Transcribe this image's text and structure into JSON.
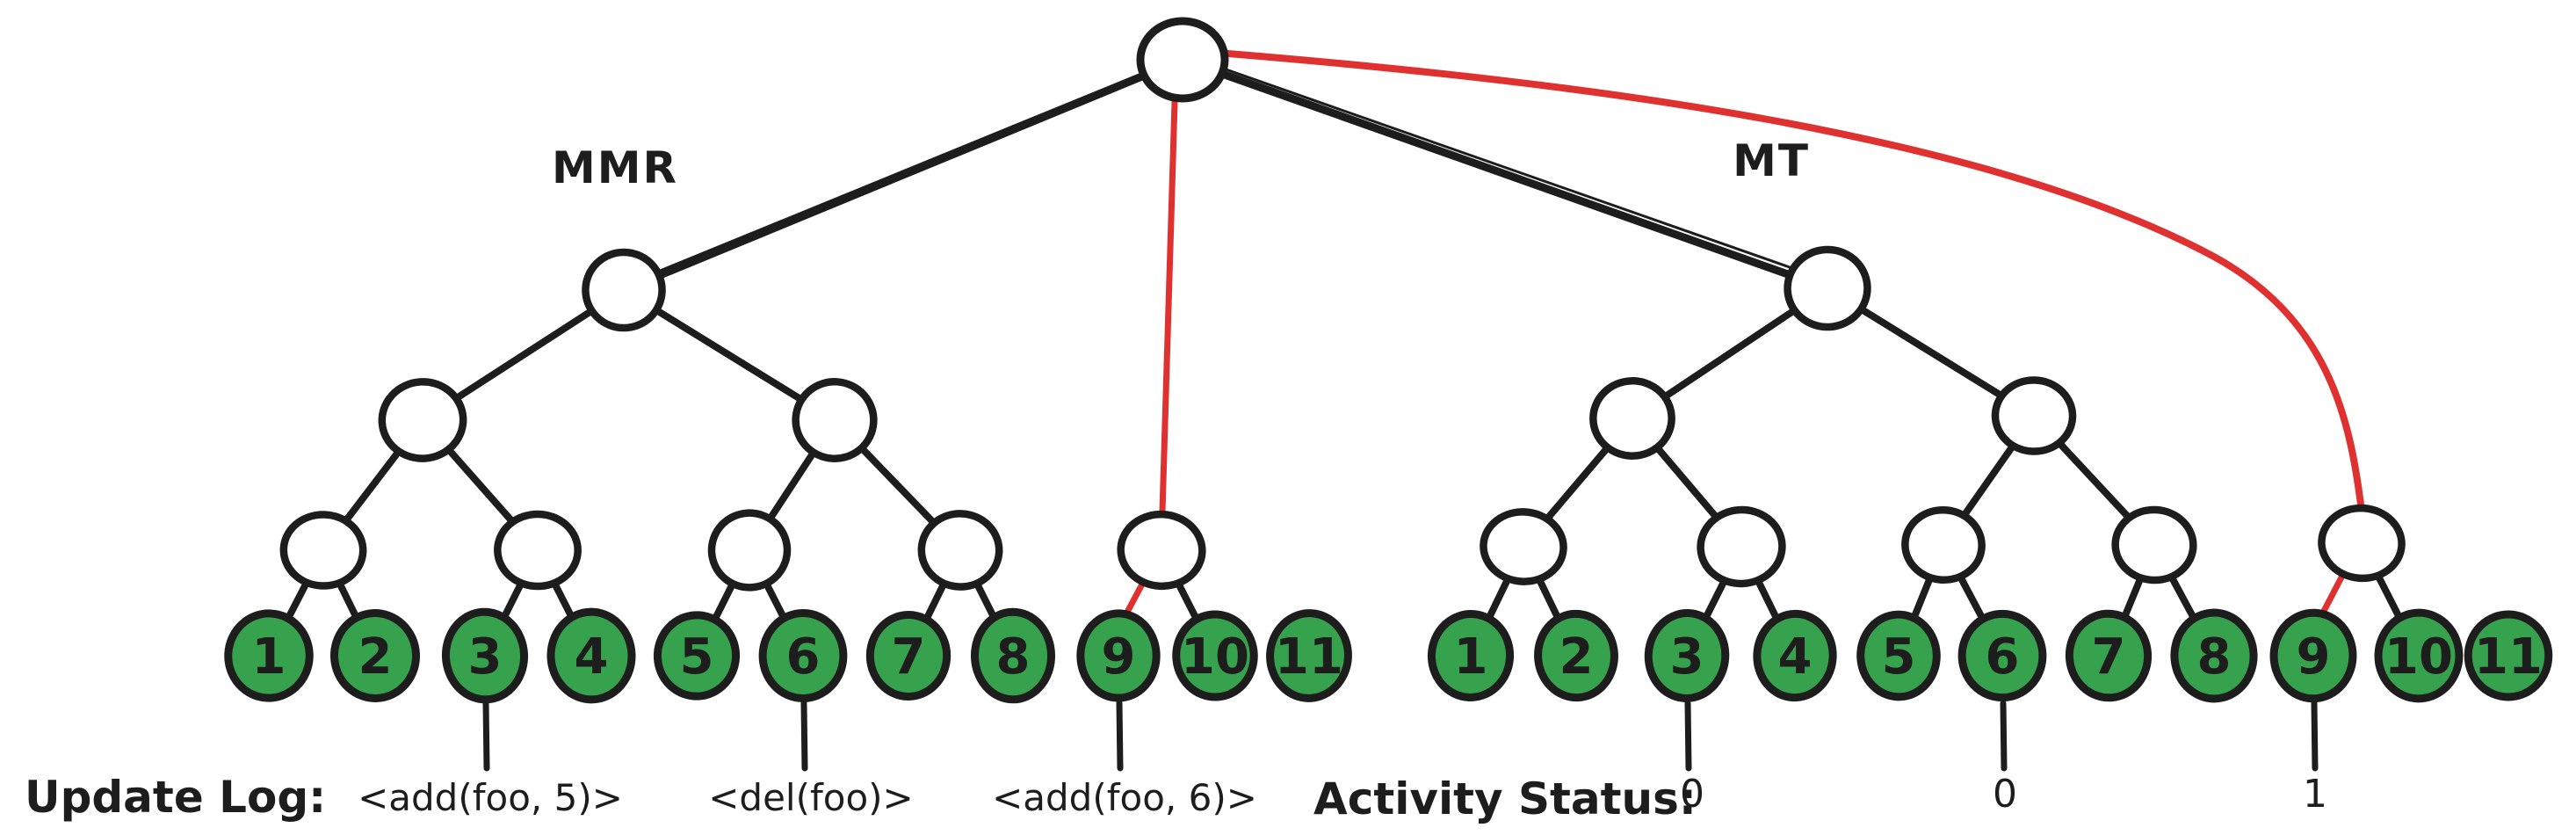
{
  "diagram": {
    "background": "#ffffff",
    "stroke_color": "#1d1d1d",
    "highlight_color": "#e03131",
    "leaf_fill": "#37a24d",
    "trees": [
      {
        "id": "mmr",
        "label": "MMR",
        "leaves": [
          "1",
          "2",
          "3",
          "4",
          "5",
          "6",
          "7",
          "8",
          "9",
          "10",
          "11"
        ]
      },
      {
        "id": "mt",
        "label": "MT",
        "leaves": [
          "1",
          "2",
          "3",
          "4",
          "5",
          "6",
          "7",
          "8",
          "9",
          "10",
          "11"
        ]
      }
    ],
    "update_log": {
      "title": "Update Log:",
      "entries": [
        "<add(foo, 5)>",
        "<del(foo)>",
        "<add(foo, 6)>"
      ],
      "attached_leaves": [
        "3",
        "6",
        "9"
      ]
    },
    "activity_status": {
      "title": "Activity Status:",
      "values": [
        "0",
        "0",
        "1"
      ],
      "attached_leaves": [
        "3",
        "6",
        "9"
      ]
    }
  }
}
